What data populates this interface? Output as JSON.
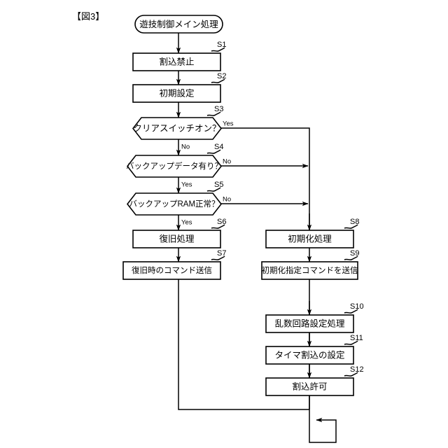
{
  "figure": {
    "title": "【図3】"
  },
  "diagram": {
    "type": "flowchart",
    "start_node": {
      "label": "遊技制御メイン処理",
      "shape": "stadium"
    },
    "nodes": [
      {
        "id": "S1",
        "step": "S1",
        "label": "割込禁止",
        "shape": "rect"
      },
      {
        "id": "S2",
        "step": "S2",
        "label": "初期設定",
        "shape": "rect"
      },
      {
        "id": "S3",
        "step": "S3",
        "label": "クリアスイッチオン？",
        "shape": "hexagon"
      },
      {
        "id": "S4",
        "step": "S4",
        "label": "バックアップデータ有り？",
        "shape": "hexagon"
      },
      {
        "id": "S5",
        "step": "S5",
        "label": "バックアップRAM正常？",
        "shape": "hexagon"
      },
      {
        "id": "S6",
        "step": "S6",
        "label": "復旧処理",
        "shape": "rect"
      },
      {
        "id": "S7",
        "step": "S7",
        "label": "復旧時のコマンド送信",
        "shape": "rect"
      },
      {
        "id": "S8",
        "step": "S8",
        "label": "初期化処理",
        "shape": "rect"
      },
      {
        "id": "S9",
        "step": "S9",
        "label": "初期化指定コマンドを送信",
        "shape": "rect"
      },
      {
        "id": "S10",
        "step": "S10",
        "label": "乱数回路設定処理",
        "shape": "rect"
      },
      {
        "id": "S11",
        "step": "S11",
        "label": "タイマ割込の設定",
        "shape": "rect"
      },
      {
        "id": "S12",
        "step": "S12",
        "label": "割込許可",
        "shape": "rect"
      }
    ],
    "branch_labels": {
      "s3_yes": "Yes",
      "s3_no": "No",
      "s4_no": "No",
      "s4_yes": "Yes",
      "s5_no": "No",
      "s5_yes": "Yes"
    },
    "colors": {
      "stroke": "#000000",
      "fill": "#ffffff",
      "background": "#ffffff"
    }
  }
}
